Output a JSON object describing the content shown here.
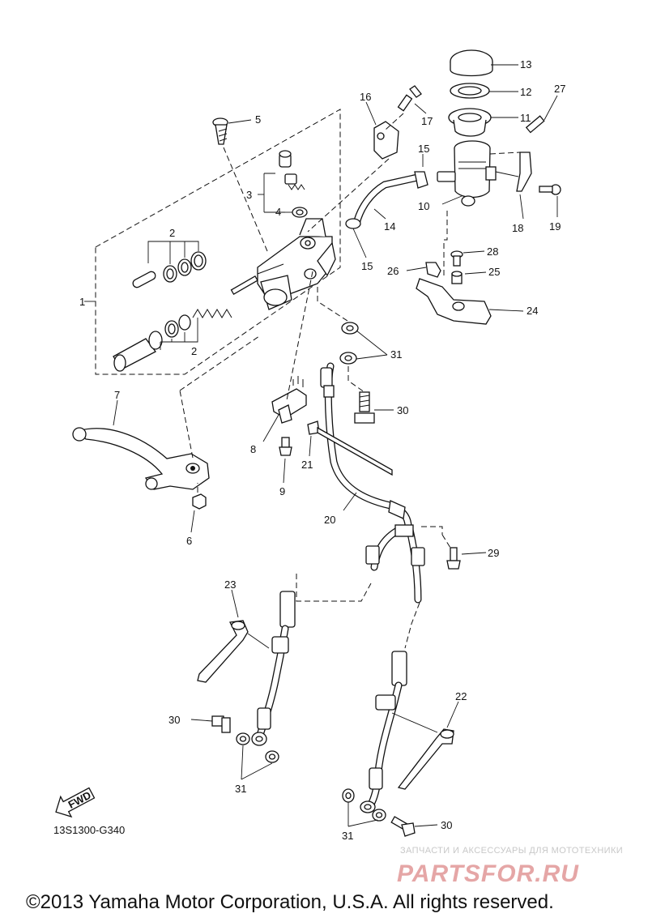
{
  "diagram": {
    "labels": [
      "1",
      "2",
      "2",
      "3",
      "4",
      "5",
      "6",
      "7",
      "8",
      "9",
      "10",
      "11",
      "12",
      "13",
      "14",
      "15",
      "15",
      "16",
      "17",
      "18",
      "19",
      "20",
      "21",
      "22",
      "23",
      "24",
      "25",
      "26",
      "27",
      "28",
      "29",
      "30",
      "30",
      "30",
      "31",
      "31",
      "31"
    ],
    "code": "13S1300-G340",
    "fwd_label": "FWD",
    "watermark_text": "ЗАПЧАСТИ И АКСЕССУАРЫ ДЛЯ МОТОТЕХНИКИ",
    "watermark_logo": "PARTSFOR.RU",
    "copyright": "©2013 Yamaha Motor Corporation, U.S.A. All rights reserved."
  },
  "colors": {
    "line": "#111111",
    "watermark_red": "#e5a6a6",
    "watermark_gray": "#c8c8c8"
  }
}
